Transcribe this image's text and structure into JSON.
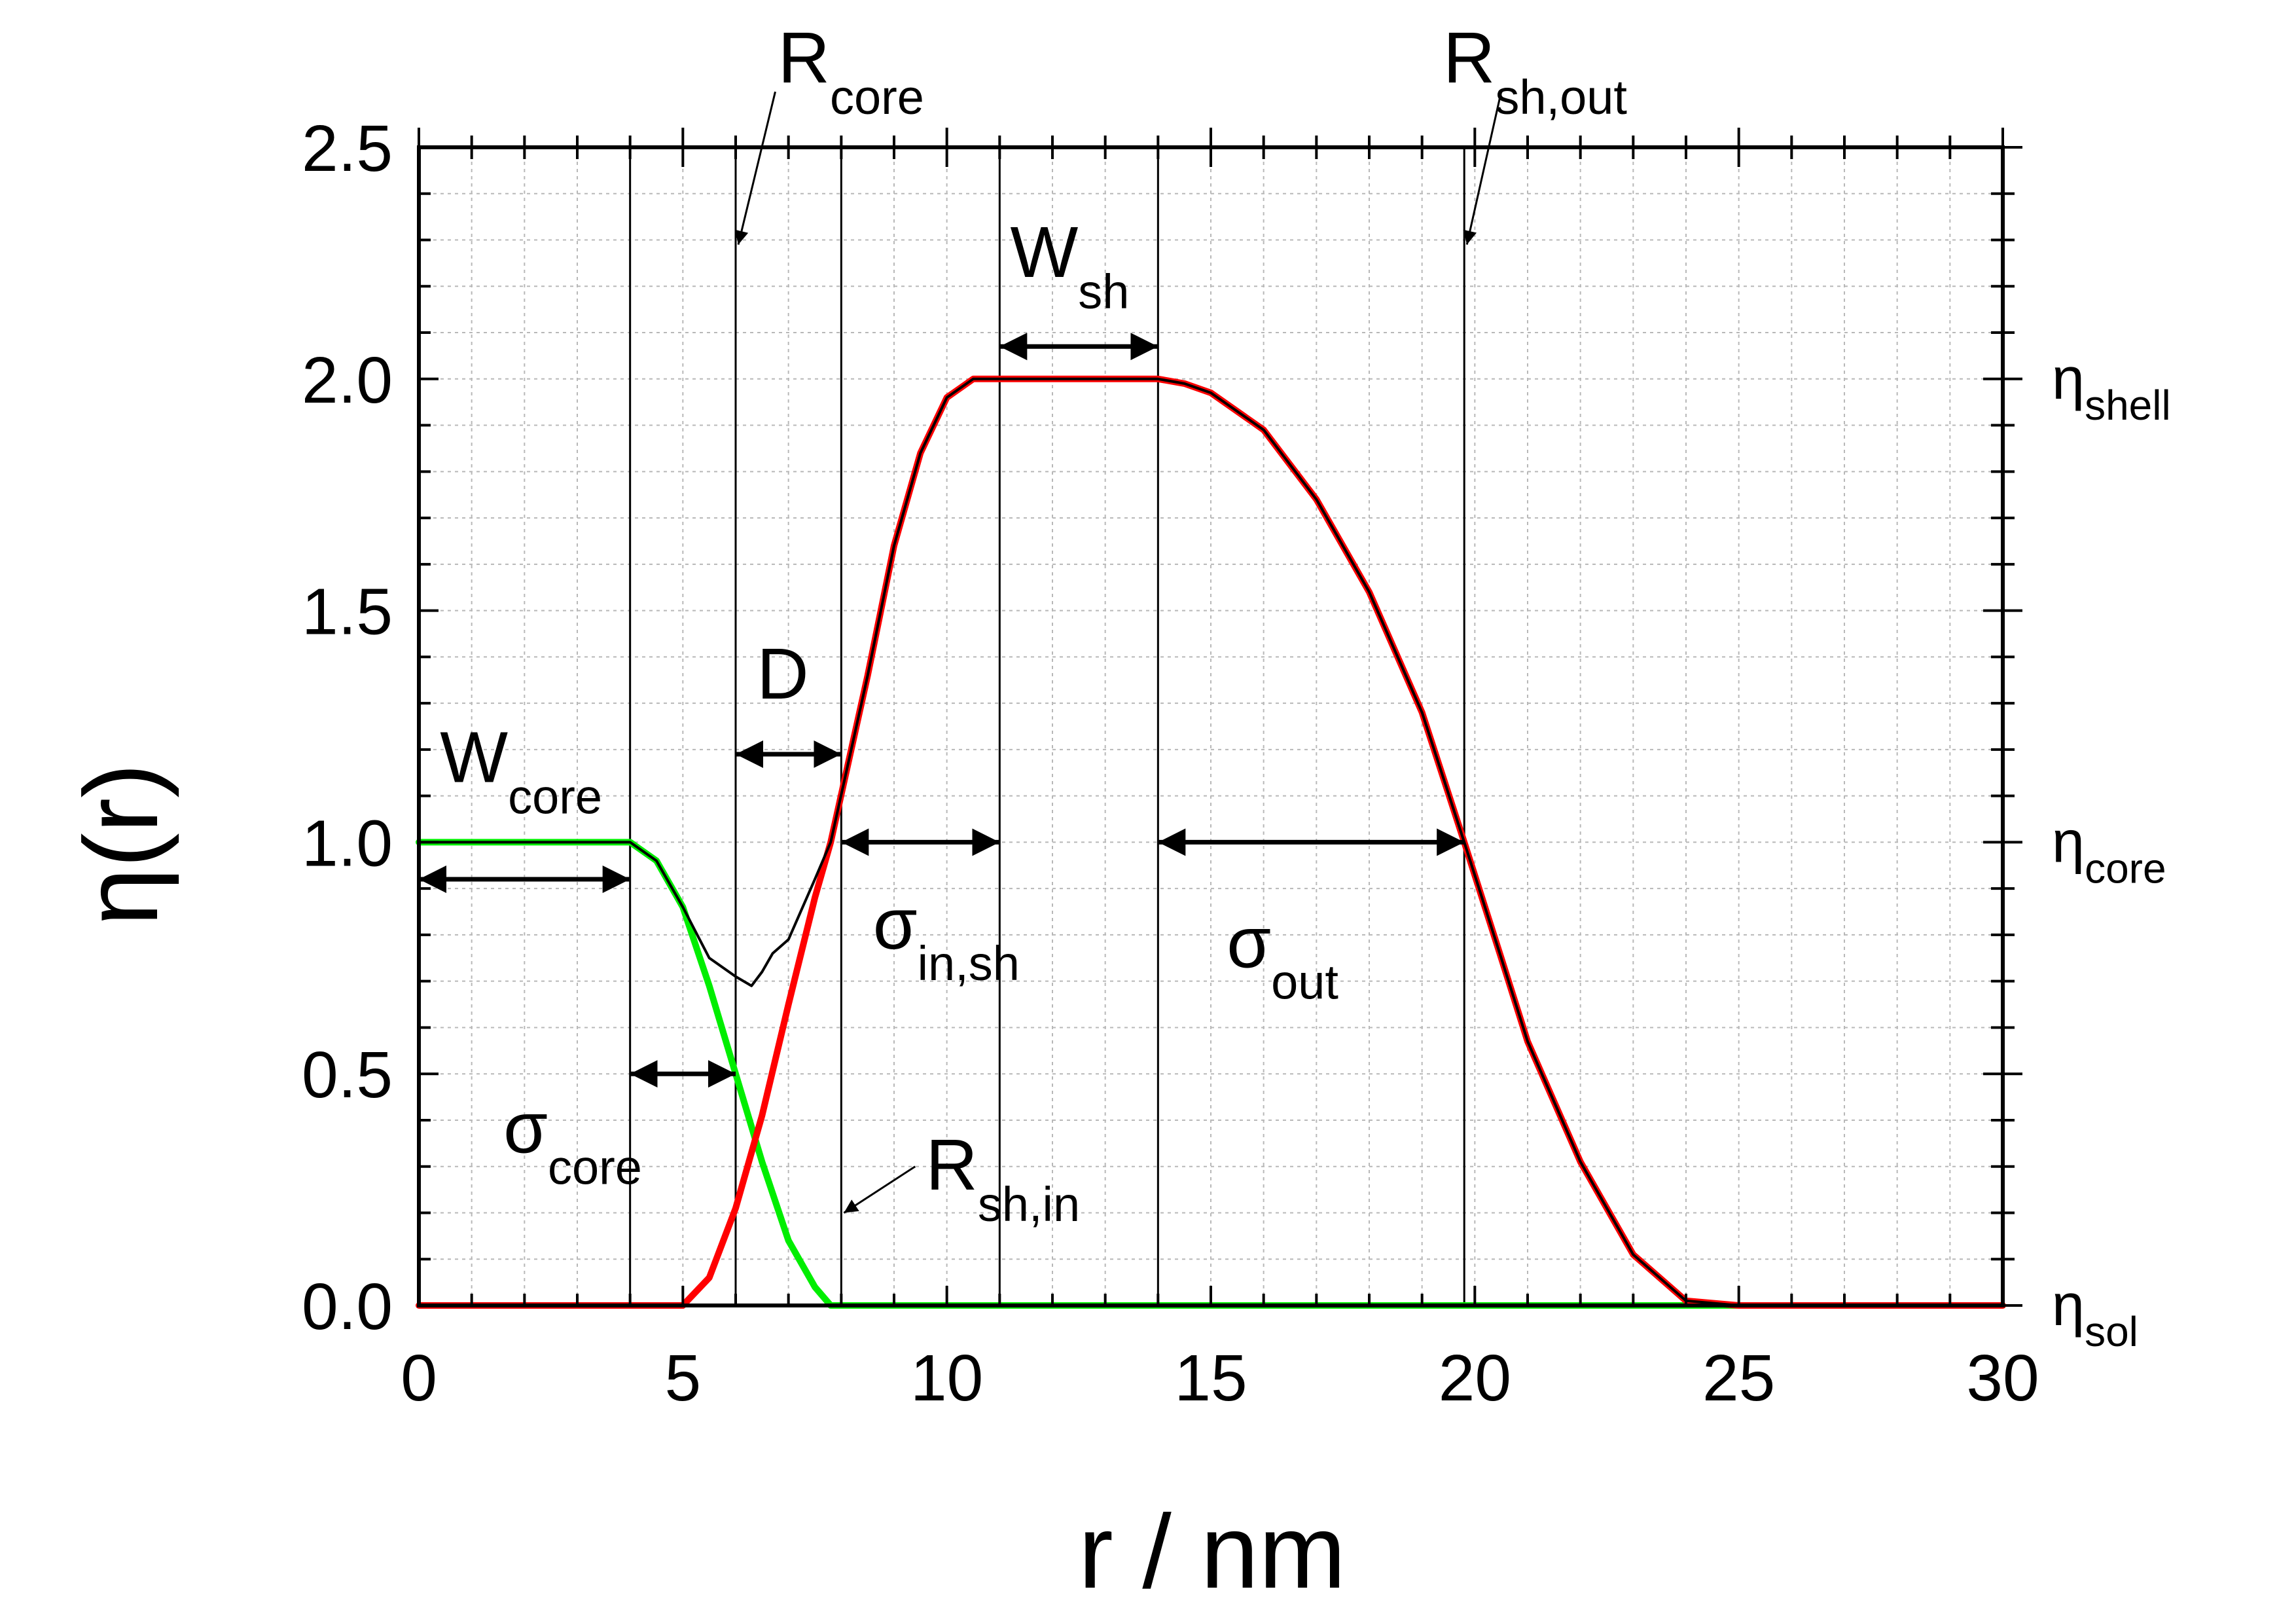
{
  "chart_data": {
    "type": "line",
    "xlabel": "r / nm",
    "ylabel": "η(r)",
    "xlim": [
      0,
      30
    ],
    "ylim": [
      0,
      2.5
    ],
    "x_ticks": [
      0,
      5,
      10,
      15,
      20,
      25,
      30
    ],
    "x_tick_labels": [
      "0",
      "5",
      "10",
      "15",
      "20",
      "25",
      "30"
    ],
    "y_ticks": [
      0,
      0.5,
      1,
      1.5,
      2,
      2.5
    ],
    "y_tick_labels": [
      "0.0",
      "0.5",
      "1.0",
      "1.5",
      "2.0",
      "2.5"
    ],
    "grid": true,
    "colors": {
      "core": "#00ee00",
      "shell": "#ff0000",
      "total": "#000000",
      "grid": "#b8b8b8"
    },
    "series": [
      {
        "color": "#00ee00",
        "x": [
          0,
          2,
          4,
          4.5,
          5,
          5.5,
          6,
          6.5,
          7,
          7.5,
          7.8,
          8,
          10,
          15,
          20,
          24,
          30
        ],
        "y": [
          1,
          1,
          1,
          0.96,
          0.86,
          0.69,
          0.5,
          0.31,
          0.14,
          0.04,
          0,
          0,
          0,
          0,
          0,
          0,
          0
        ]
      },
      {
        "color": "#ff0000",
        "x": [
          0,
          2,
          5,
          5.5,
          6,
          6.5,
          7,
          7.5,
          7.8,
          8.5,
          9,
          9.5,
          10,
          10.5,
          11,
          12,
          13,
          14,
          14.5,
          15,
          16,
          17,
          18,
          19,
          19.8,
          20.5,
          21,
          22,
          23,
          24,
          25,
          30
        ],
        "y": [
          0,
          0,
          0,
          0.06,
          0.21,
          0.41,
          0.65,
          0.88,
          1.0,
          1.36,
          1.64,
          1.84,
          1.96,
          2.0,
          2.0,
          2.0,
          2.0,
          2.0,
          1.99,
          1.97,
          1.89,
          1.74,
          1.54,
          1.28,
          1.0,
          0.75,
          0.57,
          0.31,
          0.11,
          0.01,
          0,
          0
        ]
      },
      {
        "color": "#000000",
        "x": [
          0,
          2,
          4,
          4.5,
          5,
          5.5,
          6,
          6.3,
          6.5,
          6.7,
          7,
          7.5,
          7.8,
          8.5,
          9,
          9.5,
          10,
          10.5,
          11,
          12,
          13,
          14,
          14.5,
          15,
          16,
          17,
          18,
          19,
          19.8,
          20.5,
          21,
          22,
          23,
          24,
          25,
          30
        ],
        "y": [
          1,
          1,
          1,
          0.96,
          0.86,
          0.75,
          0.71,
          0.69,
          0.72,
          0.76,
          0.79,
          0.92,
          1.0,
          1.36,
          1.64,
          1.84,
          1.96,
          2.0,
          2.0,
          2.0,
          2.0,
          2.0,
          1.99,
          1.97,
          1.89,
          1.74,
          1.54,
          1.28,
          1.0,
          0.75,
          0.57,
          0.31,
          0.11,
          0.01,
          0,
          0
        ]
      }
    ],
    "vertical_markers": [
      4,
      6,
      8,
      11,
      14,
      19.8
    ],
    "right_labels": [
      {
        "y": 2.0,
        "main": "η",
        "sub": "shell"
      },
      {
        "y": 1.0,
        "main": "η",
        "sub": "core"
      },
      {
        "y": 0.0,
        "main": "η",
        "sub": "sol"
      }
    ],
    "annotations": [
      {
        "id": "w-core",
        "main": "W",
        "sub": "core",
        "x": 0.4,
        "y": 1.13
      },
      {
        "id": "sigma-core",
        "main": "σ",
        "sub": "core",
        "x": 1.6,
        "y": 0.33
      },
      {
        "id": "d",
        "main": "D",
        "sub": "",
        "x": 6.4,
        "y": 1.31
      },
      {
        "id": "sigma-in-sh",
        "main": "σ",
        "sub": "in,sh",
        "x": 8.6,
        "y": 0.77
      },
      {
        "id": "w-sh",
        "main": "W",
        "sub": "sh",
        "x": 11.2,
        "y": 2.22
      },
      {
        "id": "sigma-out",
        "main": "σ",
        "sub": "out",
        "x": 15.3,
        "y": 0.73
      },
      {
        "id": "r-core",
        "main": "R",
        "sub": "core",
        "x": 6.8,
        "y": 2.64
      },
      {
        "id": "r-sh-out",
        "main": "R",
        "sub": "sh,out",
        "x": 19.4,
        "y": 2.64
      },
      {
        "id": "r-sh-in",
        "main": "R",
        "sub": "sh,in",
        "x": 9.6,
        "y": 0.25
      }
    ],
    "double_arrows": [
      {
        "id": "w-core-arrow",
        "x1": 0,
        "x2": 4,
        "y": 0.92
      },
      {
        "id": "sigma-core-arrow",
        "x1": 4,
        "x2": 6,
        "y": 0.5
      },
      {
        "id": "d-arrow",
        "x1": 6,
        "x2": 8,
        "y": 1.19
      },
      {
        "id": "sigma-in-sh-arrow",
        "x1": 8,
        "x2": 11,
        "y": 1.0
      },
      {
        "id": "w-sh-arrow",
        "x1": 11,
        "x2": 14,
        "y": 2.07
      },
      {
        "id": "sigma-out-arrow",
        "x1": 14,
        "x2": 19.8,
        "y": 1.0
      }
    ],
    "pointer_arrows": [
      {
        "id": "r-core-pointer",
        "x1": 6.75,
        "y1": 2.62,
        "x2": 6.05,
        "y2": 2.29
      },
      {
        "id": "r-sh-out-pointer",
        "x1": 20.5,
        "y1": 2.62,
        "x2": 19.85,
        "y2": 2.29
      },
      {
        "id": "r-sh-in-pointer",
        "x1": 9.4,
        "y1": 0.3,
        "x2": 8.05,
        "y2": 0.2
      }
    ]
  }
}
